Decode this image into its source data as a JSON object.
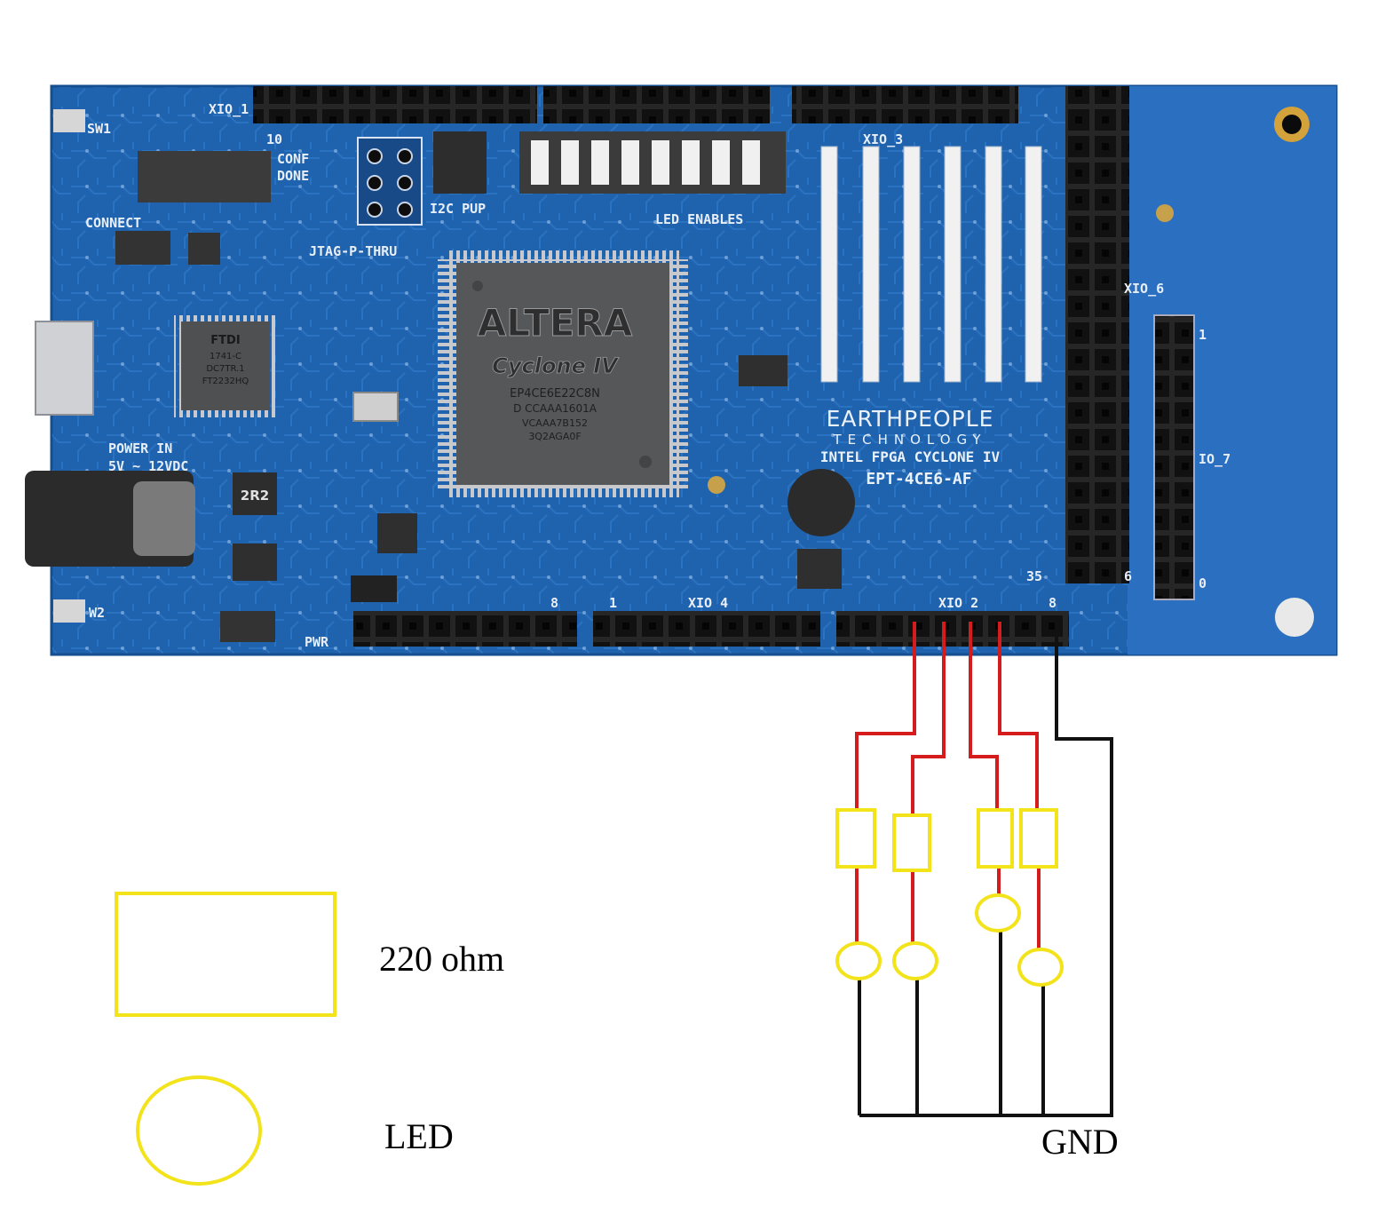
{
  "board": {
    "brand_line1": "EARTHPEOPLE",
    "brand_line2": "TECHNOLOGY",
    "subtitle": "INTEL FPGA CYCLONE IV",
    "model": "EPT-4CE6-AF",
    "fpga_logo": "ALTERA",
    "fpga_family": "Cyclone IV",
    "fpga_part": "EP4CE6E22C8N",
    "fpga_line2": "D CCAAA1601A",
    "fpga_line3": "VCAAA7B152",
    "fpga_line4": "3Q2AGA0F",
    "usb_chip_brand": "FTDI",
    "usb_chip_line1": "1741-C",
    "usb_chip_line2": "DC7TR.1",
    "usb_chip_line3": "FT2232HQ",
    "inductor_label": "2R2",
    "silk": {
      "xio1": "XIO_1",
      "xio3": "XIO_3",
      "xio2": "XIO 2",
      "xio4": "XIO 4",
      "xio6": "XIO_6",
      "io7": "IO_7",
      "sw1": "SW1",
      "sw2": "W2",
      "conf_done_1": "CONF",
      "conf_done_2": "DONE",
      "connect": "CONNECT",
      "jtag": "JTAG-P-THRU",
      "i2c_pup": "I2C PUP",
      "led_enables": "LED ENABLES",
      "power_in_1": "POWER IN",
      "power_in_2": "5V ~ 12VDC",
      "pwr": "PWR",
      "pin_10": "10",
      "pin_1a": "1",
      "pin_8a": "8",
      "pin_8b": "8",
      "pin_35": "35",
      "pin_6": "6",
      "pin_1b": "1",
      "pin_0": "0"
    }
  },
  "legend": {
    "resistor_label": "220 ohm",
    "led_label": "LED"
  },
  "circuit": {
    "ground_label": "GND"
  },
  "colors": {
    "pcb": "#1d5ea6",
    "pcb_edge": "#164f8f",
    "header": "#2b2b2b",
    "wire_signal": "#d41c1c",
    "wire_ground": "#111111",
    "component_outline": "#f2e31b"
  }
}
